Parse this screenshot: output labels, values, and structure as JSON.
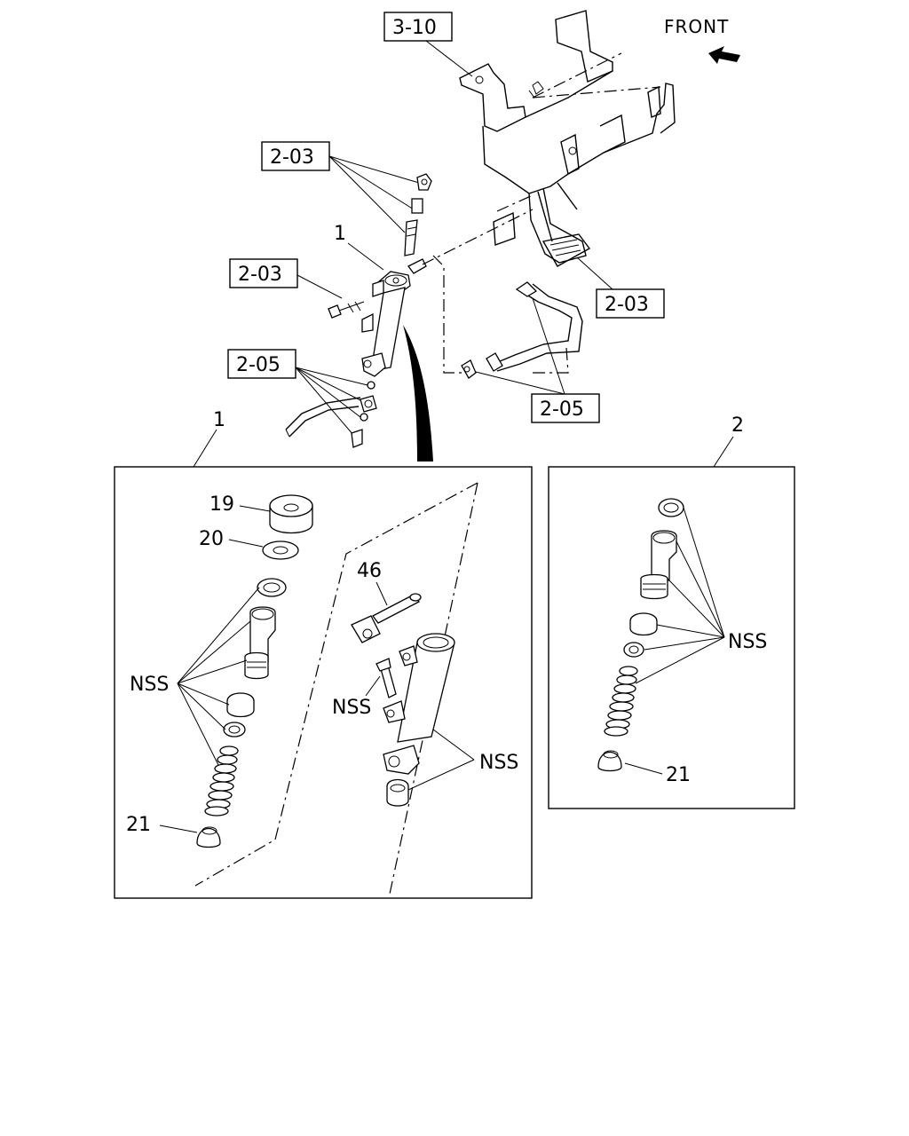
{
  "orientation": {
    "label": "FRONT"
  },
  "references": {
    "bracket": "3-10",
    "pedal_hose_top": "2-03",
    "cylinder_bolt": "2-03",
    "pedal": "2-03",
    "mount_hardware": "2-05",
    "pipe_clamps": "2-05"
  },
  "callouts": {
    "cylinder_assembly_top": "1",
    "inset1_number": "1",
    "inset2_number": "2"
  },
  "inset1": {
    "part_19": "19",
    "part_20": "20",
    "part_46": "46",
    "part_21": "21",
    "nss_left": "NSS",
    "nss_bolt": "NSS",
    "nss_body": "NSS"
  },
  "inset2": {
    "nss": "NSS",
    "part_21": "21"
  }
}
